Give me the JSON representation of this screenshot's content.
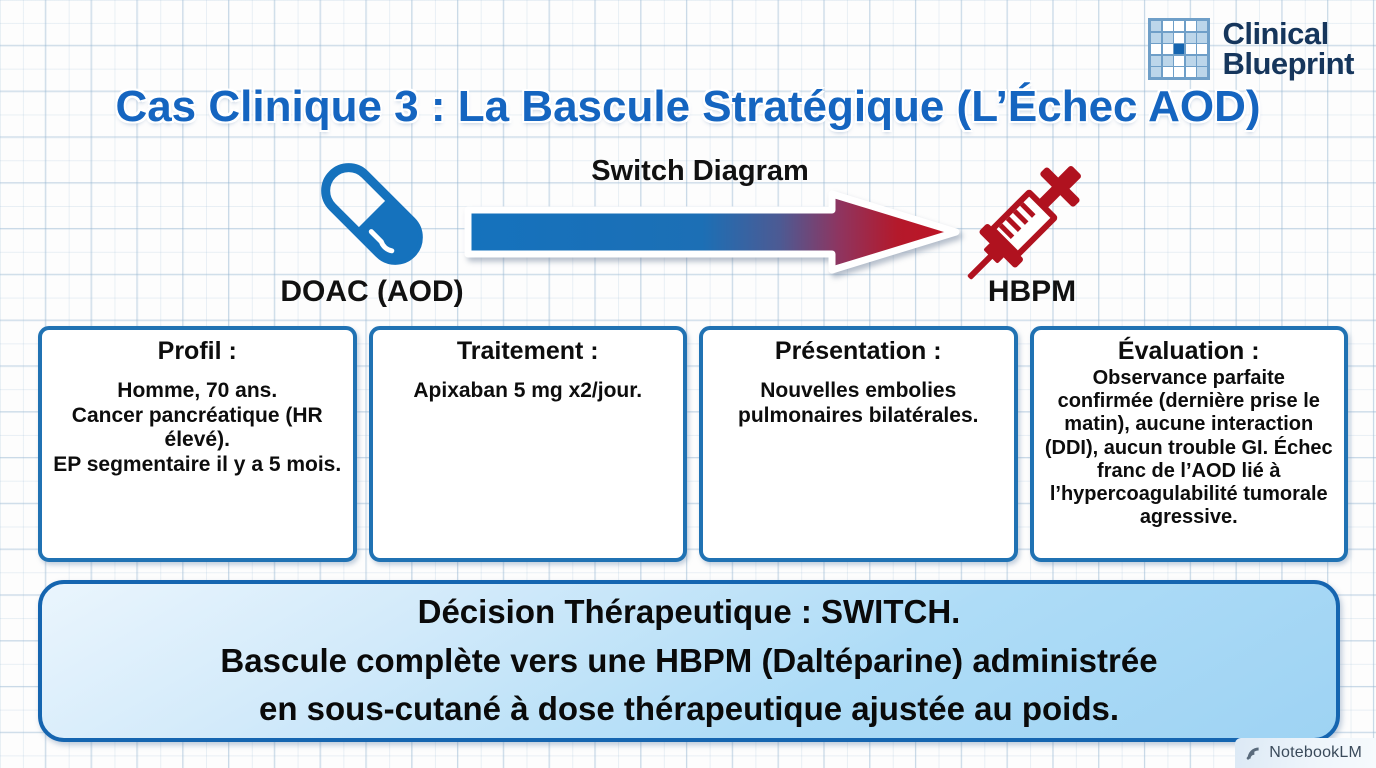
{
  "logo": {
    "name": "Clinical Blueprint",
    "line1": "Clinical",
    "line2": "Blueprint",
    "grid_pattern": [
      [
        "l",
        "w",
        "w",
        "w",
        "l"
      ],
      [
        "l",
        "l",
        "w",
        "l",
        "l"
      ],
      [
        "w",
        "w",
        "d",
        "w",
        "w"
      ],
      [
        "l",
        "l",
        "w",
        "l",
        "l"
      ],
      [
        "l",
        "w",
        "w",
        "w",
        "l"
      ]
    ],
    "colors": {
      "light": "#bcd6ea",
      "dark": "#1565b0",
      "text": "#16365c"
    }
  },
  "title": "Cas Clinique  3 : La Bascule Stratégique (L’Échec AOD)",
  "diagram": {
    "label": "Switch Diagram",
    "left_icon": "pill-capsule-icon",
    "right_icon": "syringe-icon",
    "left_label": "DOAC (AOD)",
    "right_label": "HBPM",
    "arrow_start_color": "#1572bd",
    "arrow_end_color": "#b0121f"
  },
  "cards": [
    {
      "title": "Profil :",
      "body": "Homme, 70 ans.\nCancer pancréatique (HR élevé).\nEP segmentaire il y a 5 mois."
    },
    {
      "title": "Traitement :",
      "body": "Apixaban 5 mg x2/jour."
    },
    {
      "title": "Présentation :",
      "body": "Nouvelles embolies pulmonaires bilatérales."
    },
    {
      "title": "Évaluation :",
      "body": "Observance parfaite confirmée (dernière prise le matin), aucune interaction (DDI), aucun trouble GI. Échec franc de l’AOD lié à l’hypercoagulabilité tumorale agressive."
    }
  ],
  "banner": {
    "text": "Décision Thérapeutique : SWITCH.\nBascule complète vers une HBPM (Daltéparine) administrée\nen sous-cutané à dose thérapeutique ajustée au poids.",
    "border_color": "#1565b0"
  },
  "watermark": {
    "label": "NotebookLM",
    "icon": "notebooklm-spiral-icon"
  }
}
